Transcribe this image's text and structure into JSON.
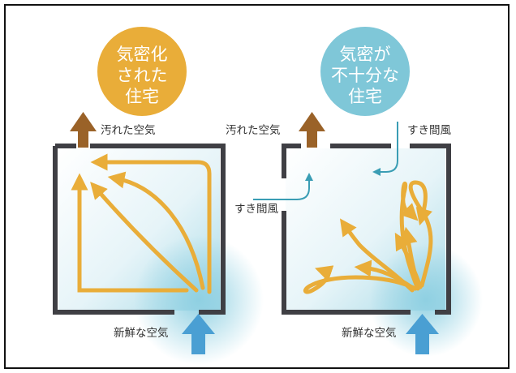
{
  "colors": {
    "wall": "#3f3f44",
    "airflow": "#e9ad39",
    "exhaust": "#9a6228",
    "fresh_air": "#4a9fd3",
    "draft": "#3a9db4",
    "badge_left": "#e9ad39",
    "badge_right": "#7fc7d8",
    "room_tint": "#d7eef4"
  },
  "left": {
    "badge": [
      "気密化",
      "された",
      "住宅"
    ],
    "exhaust_label": "汚れた空気",
    "fresh_label": "新鮮な空気"
  },
  "right": {
    "badge": [
      "気密が",
      "不十分な",
      "住宅"
    ],
    "exhaust_label": "汚れた空気",
    "draft_label_top": "すき間風",
    "draft_label_left": "すき間風",
    "fresh_label": "新鮮な空気"
  }
}
